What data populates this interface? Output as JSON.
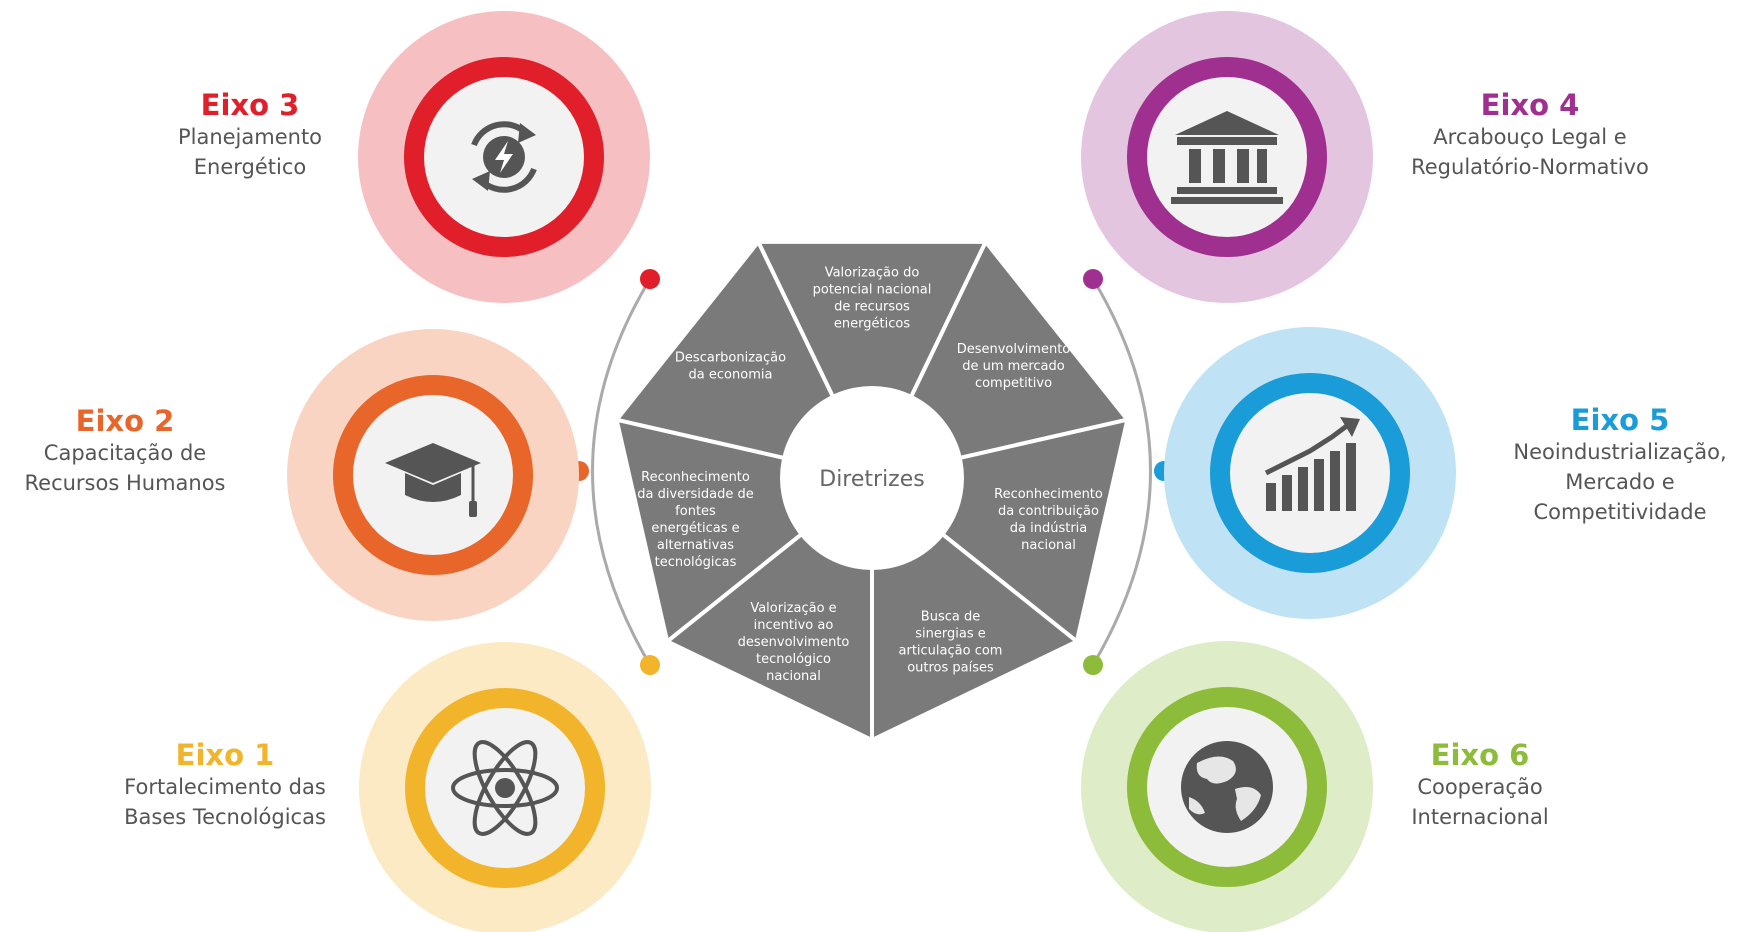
{
  "center_label": "Diretrizes",
  "colors": {
    "eixo1": "#f2b42a",
    "eixo2": "#e8662a",
    "eixo3": "#e01f2a",
    "eixo4": "#a0308f",
    "eixo5": "#1a9cd8",
    "eixo6": "#8dbb3a",
    "heptagon": "#7a7a7a"
  },
  "axes": [
    {
      "id": "eixo1",
      "title": "Eixo 1",
      "lines": [
        "Fortalecimento das",
        "Bases Tecnológicas"
      ],
      "icon": "atom-icon"
    },
    {
      "id": "eixo2",
      "title": "Eixo 2",
      "lines": [
        "Capacitação de",
        "Recursos Humanos"
      ],
      "icon": "graduation-cap-icon"
    },
    {
      "id": "eixo3",
      "title": "Eixo 3",
      "lines": [
        "Planejamento",
        "Energético"
      ],
      "icon": "energy-cycle-icon"
    },
    {
      "id": "eixo4",
      "title": "Eixo 4",
      "lines": [
        "Arcabouço Legal e",
        "Regulatório-Normativo"
      ],
      "icon": "institution-icon"
    },
    {
      "id": "eixo5",
      "title": "Eixo 5",
      "lines": [
        "Neoindustrialização,",
        "Mercado e",
        "Competitividade"
      ],
      "icon": "growth-chart-icon"
    },
    {
      "id": "eixo6",
      "title": "Eixo 6",
      "lines": [
        "Cooperação",
        "Internacional"
      ],
      "icon": "globe-icon"
    }
  ],
  "directives": [
    {
      "lines": [
        "Valorização do",
        "potencial nacional",
        "de recursos",
        "energéticos"
      ]
    },
    {
      "lines": [
        "Desenvolvimento",
        "de um mercado",
        "competitivo"
      ]
    },
    {
      "lines": [
        "Reconhecimento",
        "da contribuição",
        "da indústria",
        "nacional"
      ]
    },
    {
      "lines": [
        "Busca de",
        "sinergias e",
        "articulação com",
        "outros países"
      ]
    },
    {
      "lines": [
        "Valorização e",
        "incentivo ao",
        "desenvolvimento",
        "tecnológico",
        "nacional"
      ]
    },
    {
      "lines": [
        "Reconhecimento",
        "da diversidade de",
        "fontes",
        "energéticas e",
        "alternativas",
        "tecnológicas"
      ]
    },
    {
      "lines": [
        "Descarbonização",
        "da economia"
      ]
    }
  ]
}
